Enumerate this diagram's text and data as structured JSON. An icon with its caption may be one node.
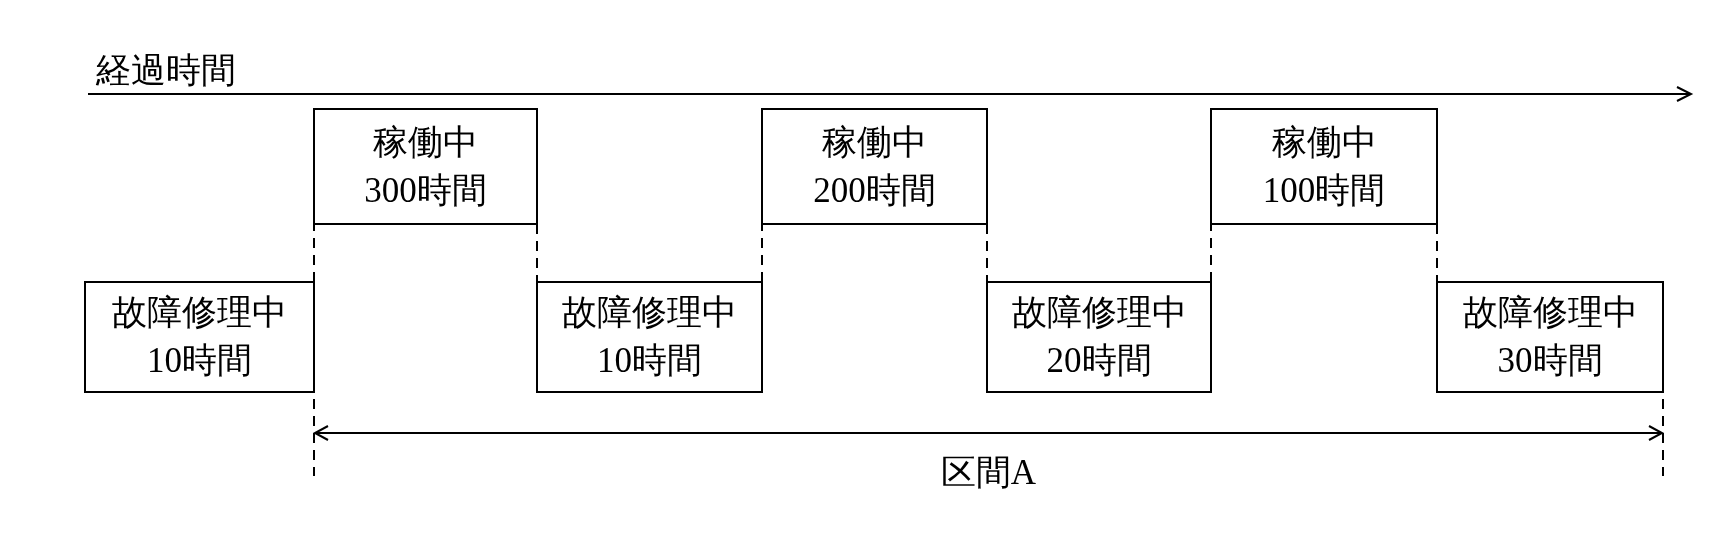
{
  "diagram": {
    "nodes": [
      {
        "text": [
          "故障修理中",
          "10時間"
        ]
      },
      {
        "text": [
          "稼働中",
          "300時間"
        ]
      },
      {
        "text": [
          "故障修理中",
          "10時間"
        ]
      },
      {
        "text": [
          "稼働中",
          "200時間"
        ]
      },
      {
        "text": [
          "故障修理中",
          "20時間"
        ]
      },
      {
        "text": [
          "稼働中",
          "100時間"
        ]
      },
      {
        "text": [
          "故障修理中",
          "30時間"
        ]
      }
    ],
    "edges": [
      {
        "from": 0,
        "to": 1,
        "arrow": "none",
        "style": "dashed"
      },
      {
        "from": 1,
        "to": 2,
        "arrow": "none",
        "style": "dashed"
      },
      {
        "from": 2,
        "to": 3,
        "arrow": "none",
        "style": "dashed"
      },
      {
        "from": 3,
        "to": 4,
        "arrow": "none",
        "style": "dashed"
      },
      {
        "from": 4,
        "to": 5,
        "arrow": "none",
        "style": "dashed"
      },
      {
        "from": 5,
        "to": 6,
        "arrow": "none",
        "style": "dashed"
      }
    ],
    "labels": [
      "経過時間",
      "区間A"
    ]
  }
}
